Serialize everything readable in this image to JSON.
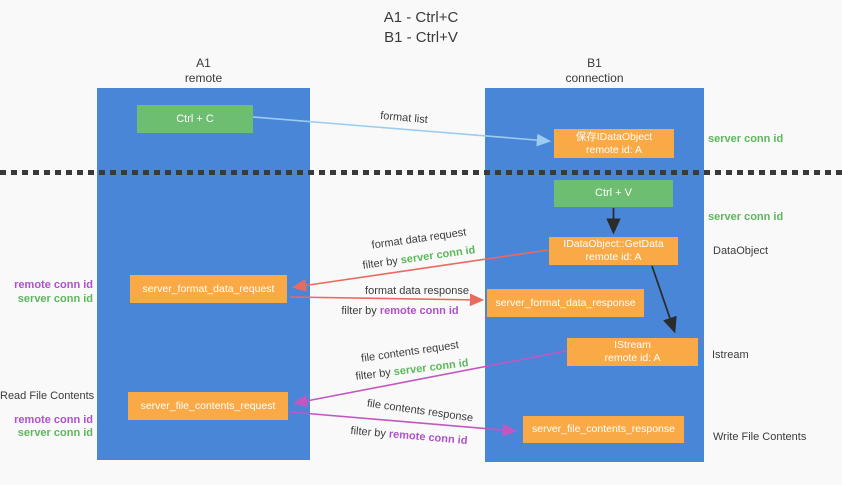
{
  "title": {
    "line1": "A1 - Ctrl+C",
    "line2": "B1 - Ctrl+V"
  },
  "columns": {
    "left": {
      "id": "A1",
      "role": "remote"
    },
    "right": {
      "id": "B1",
      "role": "connection"
    }
  },
  "nodes": {
    "ctrl_c": {
      "label": "Ctrl + C"
    },
    "ctrl_v": {
      "label": "Ctrl + V"
    },
    "save_idataobject": {
      "line1": "保存IDataObject",
      "line2": "remote id: A"
    },
    "idataobject_getdata": {
      "line1": "IDataObject::GetData",
      "line2": "remote id: A"
    },
    "istream": {
      "line1": "IStream",
      "line2": "remote id: A"
    },
    "server_format_data_request": {
      "label": "server_format_data_request"
    },
    "server_format_data_response": {
      "label": "server_format_data_response"
    },
    "server_file_contents_request": {
      "label": "server_file_contents_request"
    },
    "server_file_contents_response": {
      "label": "server_file_contents_response"
    }
  },
  "flow_labels": {
    "format_list": "format list",
    "format_data_request": "format data request",
    "format_data_request_filter": {
      "prefix": "filter by",
      "key": "server conn id"
    },
    "format_data_response": "format data response",
    "format_data_response_filter": {
      "prefix": "filter by",
      "key": "remote conn id"
    },
    "file_contents_request": "file contents request",
    "file_contents_request_filter": {
      "prefix": "filter by",
      "key": "server conn id"
    },
    "file_contents_response": "file contents response",
    "file_contents_response_filter": {
      "prefix": "filter by",
      "key": "remote conn id"
    }
  },
  "side_labels": {
    "right_server_conn_id_top": "server conn id",
    "right_server_conn_id_mid": "server conn id",
    "right_dataobject": "DataObject",
    "right_istream": "Istream",
    "right_write_file_contents": "Write File Contents",
    "left_remote_conn_id_top": "remote conn id",
    "left_server_conn_id_top": "server conn id",
    "left_read_file_contents": "Read File Contents",
    "left_remote_conn_id_bottom": "remote conn id",
    "left_server_conn_id_bottom": "server conn id"
  },
  "colors": {
    "background": "#f9f9f9",
    "lane_blue": "#4a86d7",
    "box_green": "#6ebe72",
    "box_orange": "#f9aa47",
    "arrow_blue": "#9ccdf0",
    "arrow_red": "#e96a5f",
    "arrow_magenta": "#c257c2",
    "arrow_black": "#2b2b2b",
    "key_green": "#5cb85c",
    "key_purple": "#ad52c8",
    "text_dark": "#3c3c3c"
  }
}
